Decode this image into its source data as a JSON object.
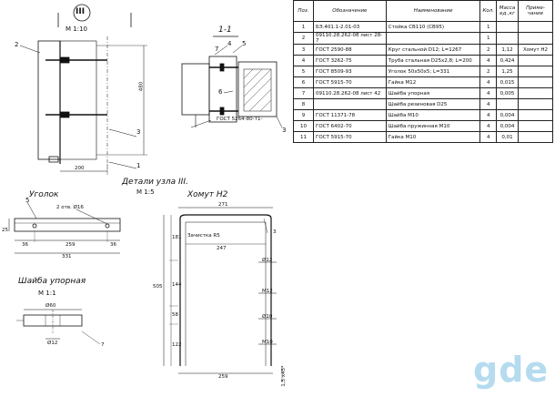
{
  "node_view": {
    "node_id": "III",
    "scale": "М 1:10",
    "callouts": [
      "2",
      "3",
      "1"
    ],
    "dim_height": "480",
    "dim_width": "200"
  },
  "section_view": {
    "title": "1-1",
    "callouts": [
      "7",
      "4",
      "5",
      "6",
      "3"
    ],
    "note": "ГОСТ 5264-80-Т1-"
  },
  "details_header": {
    "title": "Детали узла III.",
    "scale": "М 1:5"
  },
  "angle_detail": {
    "title": "Уголок",
    "callout": "5",
    "holes": "2 отв. Ø16",
    "dim_left": "36",
    "dim_mid": "259",
    "dim_right": "36",
    "dim_total": "331",
    "dim_height": "25"
  },
  "clamp_detail": {
    "title": "Хомут Н2",
    "callout": "3",
    "note": "Зачистка R5",
    "dim_top": "271",
    "dim_inner": "247",
    "dim_bottom": "259",
    "dim_total_h": "505",
    "dim_v1": "181",
    "dim_v2": "144",
    "dim_v3": "58",
    "dim_v4": "122",
    "dim_side": "1,5 х45°",
    "holes": [
      "Ø12",
      "М12",
      "Ø10",
      "М10"
    ]
  },
  "washer_detail": {
    "title": "Шайба упорная",
    "scale": "М 1:1",
    "dim_outer": "Ø60",
    "dim_inner": "Ø12",
    "callout": "7"
  },
  "spec_table": {
    "headers": [
      "Поз.",
      "Обозначение",
      "Наименование",
      "Кол.",
      "Масса ед.,кг",
      "Приме- чание"
    ],
    "rows": [
      {
        "pos": "1",
        "desig": "БЭ.401.1-2.01-03",
        "name": "Стойка СВ110 (СВ95)",
        "qty": "1",
        "mass": "",
        "note": ""
      },
      {
        "pos": "2",
        "desig": "09110.28.262-08 лист 28-7",
        "name": "",
        "qty": "1",
        "mass": "",
        "note": ""
      },
      {
        "pos": "3",
        "desig": "ГОСТ 2590-88",
        "name": "Круг стальной D12; L=1267",
        "qty": "2",
        "mass": "1,12",
        "note": "Хомут Н2"
      },
      {
        "pos": "4",
        "desig": "ГОСТ 3262-75",
        "name": "Труба стальная D25x2,8; L=200",
        "qty": "4",
        "mass": "0,424",
        "note": ""
      },
      {
        "pos": "5",
        "desig": "ГОСТ 8509-93",
        "name": "Уголок 50х50х5; L=331",
        "qty": "2",
        "mass": "1,25",
        "note": ""
      },
      {
        "pos": "6",
        "desig": "ГОСТ 5915-70",
        "name": "Гайка М12",
        "qty": "4",
        "mass": "0,015",
        "note": ""
      },
      {
        "pos": "7",
        "desig": "09110.28.262-08 лист 42",
        "name": "Шайба упорная",
        "qty": "4",
        "mass": "0,005",
        "note": ""
      },
      {
        "pos": "8",
        "desig": "",
        "name": "Шайба резиновая D25",
        "qty": "4",
        "mass": "",
        "note": ""
      },
      {
        "pos": "9",
        "desig": "ГОСТ 11371-78",
        "name": "Шайба М10",
        "qty": "4",
        "mass": "0,004",
        "note": ""
      },
      {
        "pos": "10",
        "desig": "ГОСТ 6402-70",
        "name": "Шайба пружинная М10",
        "qty": "4",
        "mass": "0,004",
        "note": ""
      },
      {
        "pos": "11",
        "desig": "ГОСТ 5915-70",
        "name": "Гайка М10",
        "qty": "4",
        "mass": "0,01",
        "note": ""
      }
    ]
  },
  "watermark": "gde"
}
